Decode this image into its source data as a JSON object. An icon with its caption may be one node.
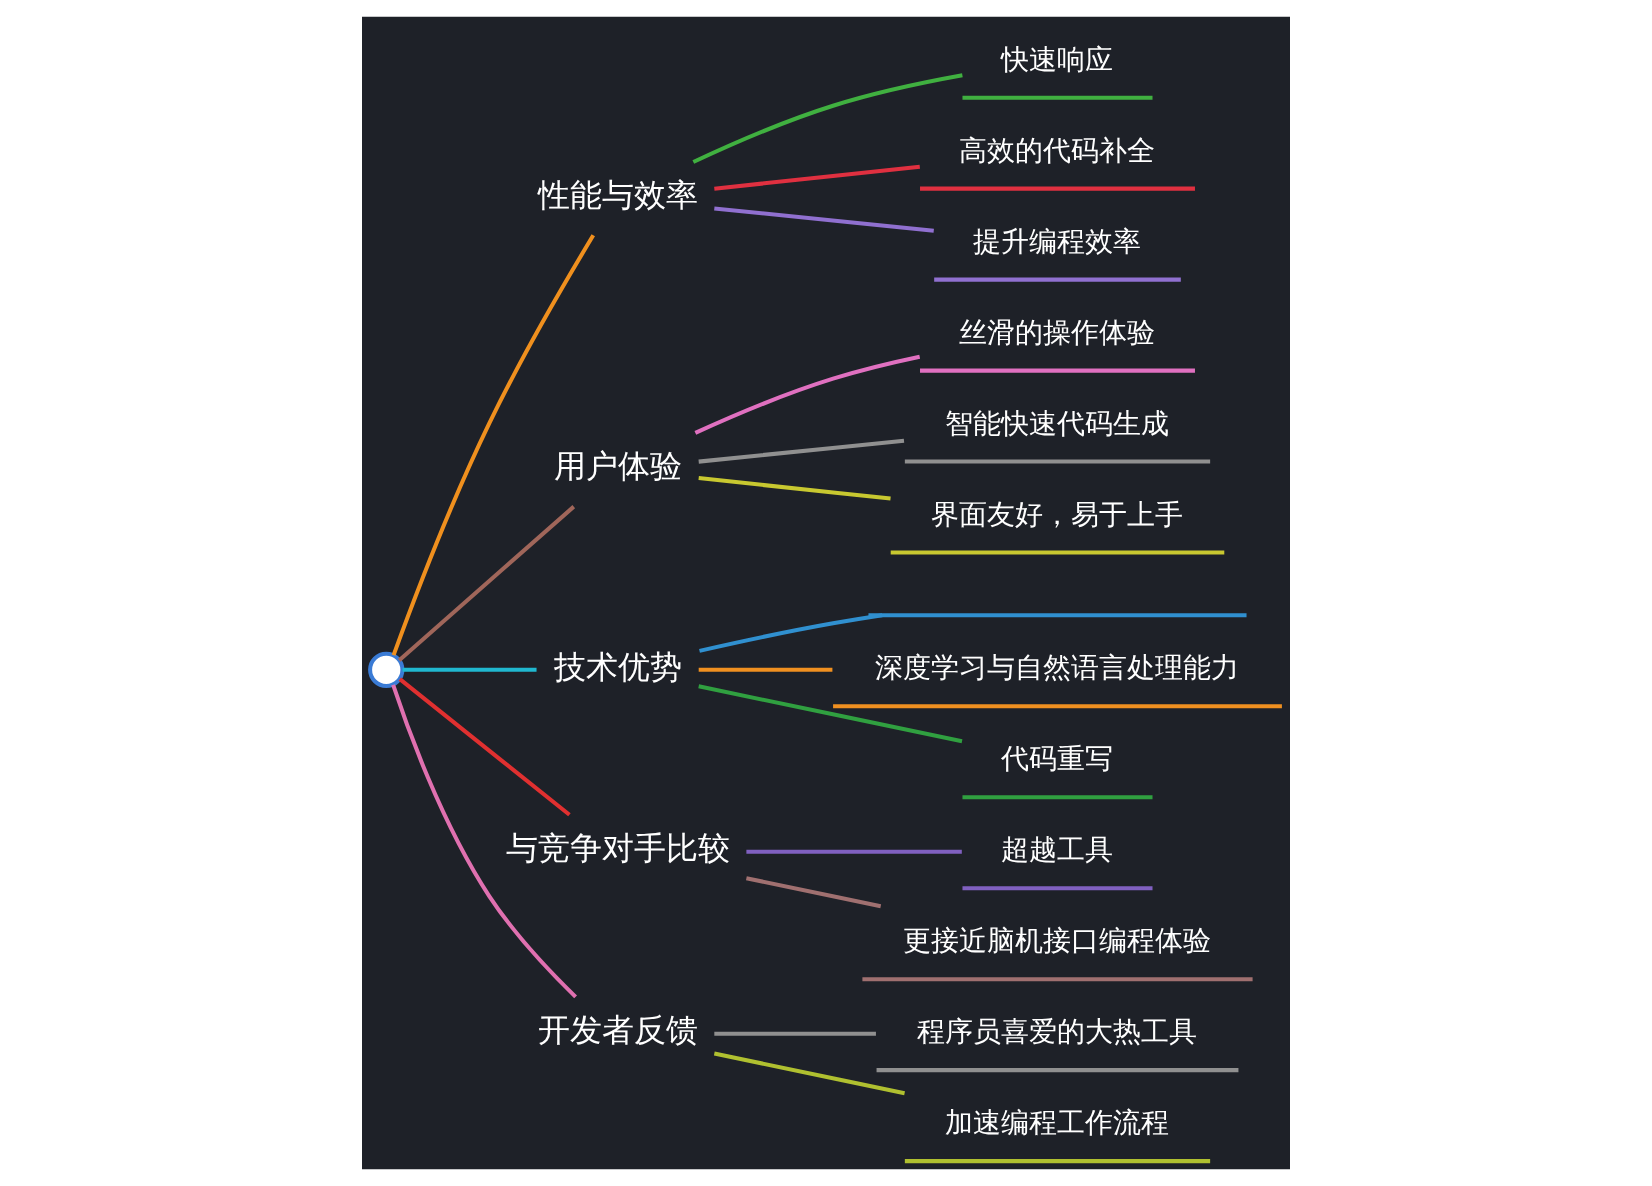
{
  "diagram": {
    "nodes": [
      {
        "text": [],
        "shape": "circle"
      },
      {
        "text": [
          "性能与效率"
        ]
      },
      {
        "text": [
          "快速响应"
        ]
      },
      {
        "text": [
          "高效的代码补全"
        ]
      },
      {
        "text": [
          "提升编程效率"
        ]
      },
      {
        "text": [
          "用户体验"
        ]
      },
      {
        "text": [
          "丝滑的操作体验"
        ]
      },
      {
        "text": [
          "智能快速代码生成"
        ]
      },
      {
        "text": [
          "界面友好，易于上手"
        ]
      },
      {
        "text": [
          "技术优势"
        ]
      },
      {
        "text": [],
        "shape": "bar"
      },
      {
        "text": [
          "深度学习与自然语言处理能力"
        ]
      },
      {
        "text": [
          "代码重写"
        ]
      },
      {
        "text": [
          "与竞争对手比较"
        ]
      },
      {
        "text": [
          "超越工具"
        ]
      },
      {
        "text": [
          "更接近脑机接口编程体验"
        ]
      },
      {
        "text": [
          "开发者反馈"
        ]
      },
      {
        "text": [
          "程序员喜爱的大热工具"
        ]
      },
      {
        "text": [
          "加速编程工作流程"
        ]
      }
    ],
    "edges": [
      {
        "from": 0,
        "to": 1,
        "arrow": "none",
        "color": "#f0901e"
      },
      {
        "from": 1,
        "to": 2,
        "arrow": "none",
        "color": "#40b040"
      },
      {
        "from": 1,
        "to": 3,
        "arrow": "none",
        "color": "#e03040"
      },
      {
        "from": 1,
        "to": 4,
        "arrow": "none",
        "color": "#9070d0"
      },
      {
        "from": 0,
        "to": 5,
        "arrow": "none",
        "color": "#a0665a"
      },
      {
        "from": 5,
        "to": 6,
        "arrow": "none",
        "color": "#e070c0"
      },
      {
        "from": 5,
        "to": 7,
        "arrow": "none",
        "color": "#909090"
      },
      {
        "from": 5,
        "to": 8,
        "arrow": "none",
        "color": "#c8c830"
      },
      {
        "from": 0,
        "to": 9,
        "arrow": "none",
        "color": "#20b8d0"
      },
      {
        "from": 9,
        "to": 10,
        "arrow": "none",
        "color": "#3090d0"
      },
      {
        "from": 9,
        "to": 11,
        "arrow": "none",
        "color": "#f09020"
      },
      {
        "from": 9,
        "to": 12,
        "arrow": "none",
        "color": "#30a040"
      },
      {
        "from": 0,
        "to": 13,
        "arrow": "none",
        "color": "#e03030"
      },
      {
        "from": 13,
        "to": 14,
        "arrow": "none",
        "color": "#8060c0"
      },
      {
        "from": 13,
        "to": 15,
        "arrow": "none",
        "color": "#a07070"
      },
      {
        "from": 0,
        "to": 16,
        "arrow": "none",
        "color": "#e070b0"
      },
      {
        "from": 16,
        "to": 17,
        "arrow": "none",
        "color": "#909090"
      },
      {
        "from": 16,
        "to": 18,
        "arrow": "none",
        "color": "#b0c030"
      }
    ]
  }
}
